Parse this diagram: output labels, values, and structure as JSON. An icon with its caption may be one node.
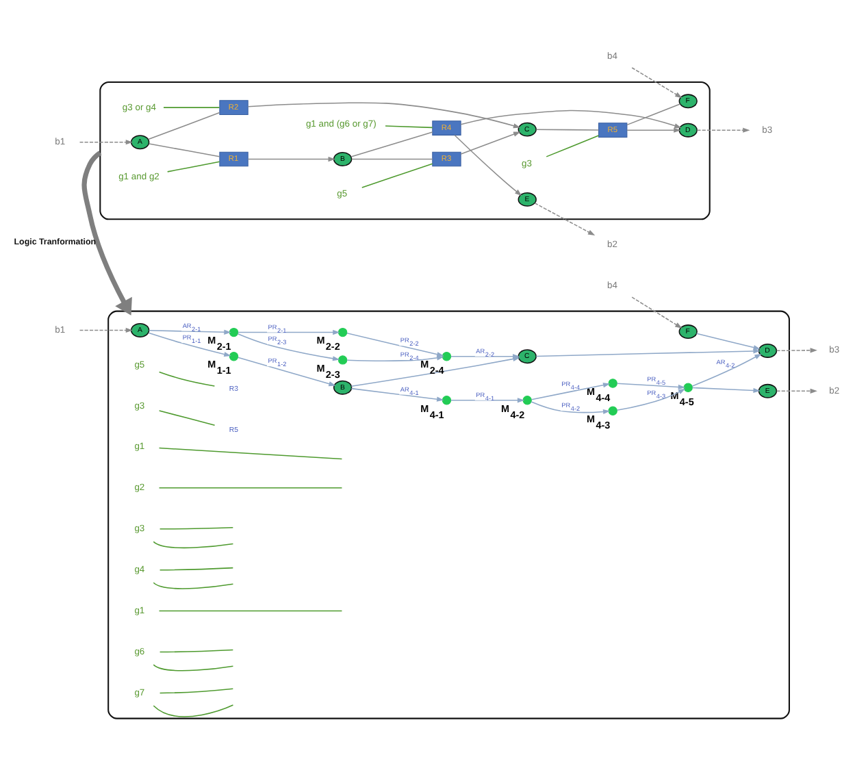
{
  "diagram": {
    "nodes": [
      {
        "text": [],
        "shape": "box"
      },
      {
        "text": [
          "A"
        ],
        "in": 0
      },
      {
        "text": [
          "B"
        ],
        "in": 0
      },
      {
        "text": [
          "C"
        ],
        "in": 0
      },
      {
        "text": [
          "D"
        ],
        "in": 0
      },
      {
        "text": [
          "E"
        ],
        "in": 0
      },
      {
        "text": [
          "F"
        ],
        "in": 0
      },
      {
        "text": [
          "R1"
        ],
        "in": 0
      },
      {
        "text": [
          "R2"
        ],
        "in": 0
      },
      {
        "text": [
          "R3"
        ],
        "in": 0
      },
      {
        "text": [
          "R4"
        ],
        "in": 0
      },
      {
        "text": [
          "R5"
        ],
        "in": 0
      },
      {
        "text": [
          "g1 and g2"
        ],
        "in": 0
      },
      {
        "text": [
          "g3 or g4"
        ],
        "in": 0
      },
      {
        "text": [
          "g5"
        ],
        "in": 0
      },
      {
        "text": [
          "g1 and (g6 or g7)"
        ],
        "in": 0
      },
      {
        "text": [
          "g3"
        ],
        "in": 0
      },
      {
        "text": [
          "b1"
        ]
      },
      {
        "text": [
          "b2"
        ]
      },
      {
        "text": [
          "b3"
        ]
      },
      {
        "text": [
          "b4"
        ]
      },
      {
        "text": [],
        "shape": "box"
      },
      {
        "text": [
          "A"
        ],
        "in": 21
      },
      {
        "text": [
          "B"
        ],
        "in": 21
      },
      {
        "text": [
          "C"
        ],
        "in": 21
      },
      {
        "text": [
          "D"
        ],
        "in": 21
      },
      {
        "text": [
          "E"
        ],
        "in": 21
      },
      {
        "text": [
          "F"
        ],
        "in": 21
      },
      {
        "text": [],
        "shape": "circle",
        "beside": [
          "M$_{1-1}$"
        ],
        "in": 21
      },
      {
        "text": [],
        "shape": "circle",
        "beside": [
          "M$_{2-1}$"
        ],
        "in": 21
      },
      {
        "text": [],
        "shape": "circle",
        "beside": [
          "M$_{2-2}$"
        ],
        "in": 21
      },
      {
        "text": [],
        "shape": "circle",
        "beside": [
          "M$_{2-3}$"
        ],
        "in": 21
      },
      {
        "text": [],
        "shape": "circle",
        "beside": [
          "M$_{2-4}$"
        ],
        "in": 21
      },
      {
        "text": [],
        "shape": "circle",
        "beside": [
          "M$_{4-1}$"
        ],
        "in": 21
      },
      {
        "text": [],
        "shape": "circle",
        "beside": [
          "M$_{4-2}$"
        ],
        "in": 21
      },
      {
        "text": [],
        "shape": "circle",
        "beside": [
          "M$_{4-3}$"
        ],
        "in": 21
      },
      {
        "text": [],
        "shape": "circle",
        "beside": [
          "M$_{4-4}$"
        ],
        "in": 21
      },
      {
        "text": [],
        "shape": "circle",
        "beside": [
          "M$_{4-5}$"
        ],
        "in": 21
      },
      {
        "text": [
          "R3"
        ],
        "in": 21
      },
      {
        "text": [
          "g5"
        ],
        "in": 21
      },
      {
        "text": [
          "R5"
        ],
        "in": 21
      },
      {
        "text": [
          "g3"
        ],
        "in": 21
      },
      {
        "text": [
          "g1"
        ],
        "in": 21
      },
      {
        "text": [
          "g2"
        ],
        "in": 21
      },
      {
        "text": [
          "g3"
        ],
        "in": 21
      },
      {
        "text": [
          "g4"
        ],
        "in": 21
      },
      {
        "text": [
          "g1"
        ],
        "in": 21
      },
      {
        "text": [
          "g6"
        ],
        "in": 21
      },
      {
        "text": [
          "g7"
        ],
        "in": 21
      },
      {
        "text": [
          "b1"
        ]
      },
      {
        "text": [
          "b2"
        ]
      },
      {
        "text": [
          "b3"
        ]
      },
      {
        "text": [
          "b4"
        ]
      }
    ],
    "edges": [
      {
        "from": 17,
        "to": 1,
        "arrow": "to",
        "style": "dashed",
        "color": "#8c8c8c"
      },
      {
        "from": 1,
        "to": 7,
        "arrow": "none",
        "color": "#8c8c8c"
      },
      {
        "from": 7,
        "to": 2,
        "arrow": "to",
        "color": "#8c8c8c"
      },
      {
        "from": 1,
        "to": 8,
        "arrow": "none",
        "color": "#8c8c8c"
      },
      {
        "from": 8,
        "to": 3,
        "arrow": "to",
        "color": "#8c8c8c"
      },
      {
        "from": 2,
        "to": 9,
        "arrow": "none",
        "color": "#8c8c8c"
      },
      {
        "from": 9,
        "to": 3,
        "arrow": "to",
        "color": "#8c8c8c"
      },
      {
        "from": 2,
        "to": 10,
        "arrow": "none",
        "color": "#8c8c8c"
      },
      {
        "from": 10,
        "to": 5,
        "arrow": "to",
        "color": "#8c8c8c"
      },
      {
        "from": 10,
        "to": 4,
        "arrow": "to",
        "color": "#8c8c8c"
      },
      {
        "from": 3,
        "to": 11,
        "arrow": "none",
        "color": "#8c8c8c"
      },
      {
        "from": 11,
        "to": 4,
        "arrow": "to",
        "color": "#8c8c8c"
      },
      {
        "from": 11,
        "to": 6,
        "arrow": "none",
        "color": "#8c8c8c"
      },
      {
        "from": 5,
        "to": 18,
        "arrow": "to",
        "style": "dashed",
        "color": "#8c8c8c"
      },
      {
        "from": 4,
        "to": 19,
        "arrow": "to",
        "style": "dashed",
        "color": "#8c8c8c"
      },
      {
        "from": 20,
        "to": 6,
        "arrow": "to",
        "style": "dashed",
        "color": "#8c8c8c"
      },
      {
        "from": 12,
        "to": 7,
        "arrow": "none",
        "color": "#4e9a2e"
      },
      {
        "from": 13,
        "to": 8,
        "arrow": "none",
        "color": "#4e9a2e"
      },
      {
        "from": 14,
        "to": 9,
        "arrow": "none",
        "color": "#4e9a2e"
      },
      {
        "from": 15,
        "to": 10,
        "arrow": "none",
        "color": "#4e9a2e"
      },
      {
        "from": 16,
        "to": 11,
        "arrow": "none",
        "color": "#4e9a2e"
      },
      {
        "from": 0,
        "to": 21,
        "arrow": "to",
        "label": "Logic Tranformation",
        "style": "thick",
        "color": "#7f7f7f"
      },
      {
        "from": 49,
        "to": 22,
        "arrow": "to",
        "style": "dashed",
        "color": "#8c8c8c"
      },
      {
        "from": 22,
        "to": 28,
        "arrow": "to",
        "label": "PR$_{1-1}$"
      },
      {
        "from": 28,
        "to": 23,
        "arrow": "to",
        "label": "PR$_{1-2}$"
      },
      {
        "from": 22,
        "to": 29,
        "arrow": "to",
        "label": "AR$_{2-1}$"
      },
      {
        "from": 29,
        "to": 30,
        "arrow": "to",
        "label": "PR$_{2-1}$"
      },
      {
        "from": 29,
        "to": 31,
        "arrow": "to",
        "label": "PR$_{2-3}$"
      },
      {
        "from": 30,
        "to": 32,
        "arrow": "to",
        "label": "PR$_{2-2}$"
      },
      {
        "from": 31,
        "to": 32,
        "arrow": "to",
        "label": "PR$_{2-4}$"
      },
      {
        "from": 32,
        "to": 24,
        "arrow": "to",
        "label": "AR$_{2-2}$"
      },
      {
        "from": 23,
        "to": 24,
        "arrow": "to"
      },
      {
        "from": 23,
        "to": 33,
        "arrow": "to",
        "label": "AR$_{4-1}$"
      },
      {
        "from": 33,
        "to": 34,
        "arrow": "to",
        "label": "PR$_{4-1}$"
      },
      {
        "from": 34,
        "to": 35,
        "arrow": "to",
        "label": "PR$_{4-2}$"
      },
      {
        "from": 35,
        "to": 37,
        "arrow": "to",
        "label": "PR$_{4-3}$"
      },
      {
        "from": 34,
        "to": 36,
        "arrow": "to",
        "label": "PR$_{4-4}$"
      },
      {
        "from": 36,
        "to": 37,
        "arrow": "to",
        "label": "PR$_{4-5}$"
      },
      {
        "from": 37,
        "to": 26,
        "arrow": "to"
      },
      {
        "from": 37,
        "to": 25,
        "arrow": "to",
        "label": "AR$_{4-2}$"
      },
      {
        "from": 24,
        "to": 25,
        "arrow": "to"
      },
      {
        "from": 27,
        "to": 25,
        "arrow": "to"
      },
      {
        "from": 26,
        "to": 50,
        "arrow": "to",
        "style": "dashed",
        "color": "#8c8c8c"
      },
      {
        "from": 25,
        "to": 51,
        "arrow": "to",
        "style": "dashed",
        "color": "#8c8c8c"
      },
      {
        "from": 52,
        "to": 27,
        "arrow": "to",
        "style": "dashed",
        "color": "#8c8c8c"
      },
      {
        "from": 39,
        "to": 38,
        "arrow": "none",
        "color": "#4e9a2e"
      },
      {
        "from": 41,
        "to": 40,
        "arrow": "none",
        "color": "#4e9a2e"
      },
      {
        "from": 42,
        "to": null,
        "arrow": "none",
        "color": "#4e9a2e"
      },
      {
        "from": 43,
        "to": null,
        "arrow": "none",
        "color": "#4e9a2e"
      },
      {
        "from": 44,
        "to": null,
        "arrow": "none",
        "color": "#4e9a2e"
      },
      {
        "from": 44,
        "to": null,
        "arrow": "none",
        "color": "#4e9a2e"
      },
      {
        "from": 45,
        "to": null,
        "arrow": "none",
        "color": "#4e9a2e"
      },
      {
        "from": 45,
        "to": null,
        "arrow": "none",
        "color": "#4e9a2e"
      },
      {
        "from": 46,
        "to": null,
        "arrow": "none",
        "color": "#4e9a2e"
      },
      {
        "from": 47,
        "to": null,
        "arrow": "none",
        "color": "#4e9a2e"
      },
      {
        "from": 47,
        "to": null,
        "arrow": "none",
        "color": "#4e9a2e"
      },
      {
        "from": 48,
        "to": null,
        "arrow": "none",
        "color": "#4e9a2e"
      },
      {
        "from": 48,
        "to": null,
        "arrow": "none",
        "color": "#4e9a2e"
      }
    ]
  }
}
